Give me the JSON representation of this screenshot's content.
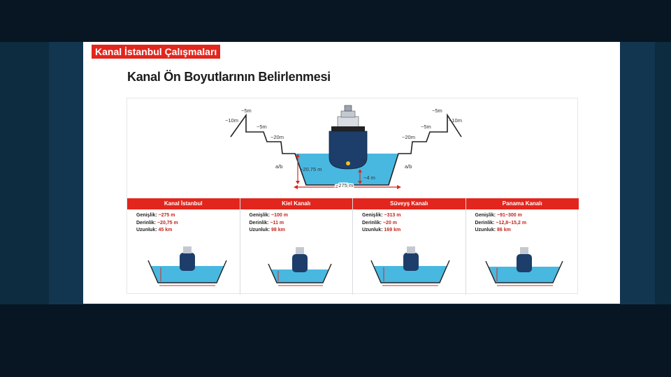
{
  "header": {
    "tag": "Kanal İstanbul Çalışmaları",
    "title": "Kanal Ön Boyutlarının Belirlenmesi"
  },
  "diagram": {
    "left_labels": [
      "~10m",
      "~5m",
      "~5m",
      "~20m",
      "a/b"
    ],
    "right_labels": [
      "~5m",
      "~10m",
      "~5m",
      "~20m",
      "a/b"
    ],
    "depth_label": "~20,75 m",
    "m_label": "m",
    "clearance_label": "~4 m",
    "width_label": "~275 m"
  },
  "canals": [
    {
      "name": "Kanal İstanbul",
      "width_key": "Genişlik:",
      "width": "~275 m",
      "depth_key": "Derinlik:",
      "depth": "~20,75 m",
      "length_key": "Uzunluk:",
      "length": "45 km"
    },
    {
      "name": "Kiel Kanalı",
      "width_key": "Genişlik:",
      "width": "~100 m",
      "depth_key": "Derinlik:",
      "depth": "~11 m",
      "length_key": "Uzunluk:",
      "length": "98 km"
    },
    {
      "name": "Süveyş Kanalı",
      "width_key": "Genişlik:",
      "width": "~313 m",
      "depth_key": "Derinlik:",
      "depth": "~20 m",
      "length_key": "Uzunluk:",
      "length": "169 km"
    },
    {
      "name": "Panama Kanalı",
      "width_key": "Genişlik:",
      "width": "~91~300 m",
      "depth_key": "Derinlik:",
      "depth": "~12,8~15,2 m",
      "length_key": "Uzunluk:",
      "length": "86 km"
    }
  ],
  "colors": {
    "accent": "#e2261d",
    "water": "#48b8e0",
    "hull": "#1d3e6a"
  }
}
